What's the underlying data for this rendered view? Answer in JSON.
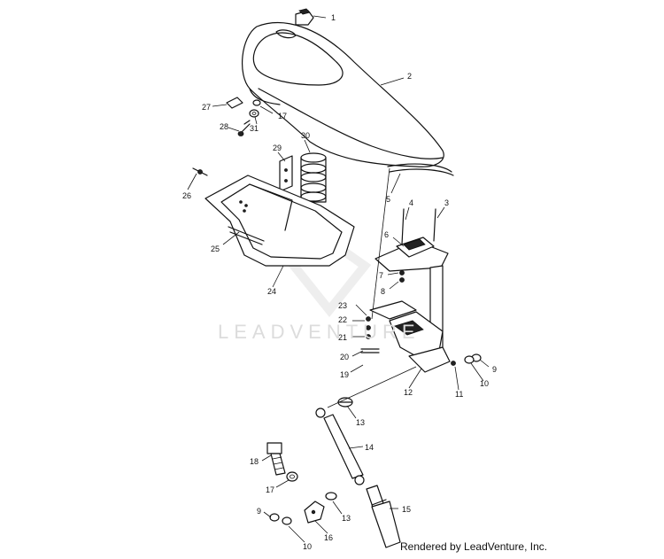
{
  "watermark": "LEADVENTURE",
  "credit": "Rendered by LeadVenture, Inc.",
  "callouts": [
    "1",
    "2",
    "27",
    "17",
    "31",
    "28",
    "29",
    "30",
    "26",
    "25",
    "24",
    "5",
    "4",
    "3",
    "6",
    "7",
    "8",
    "23",
    "22",
    "21",
    "20",
    "19",
    "12",
    "11",
    "9",
    "10",
    "13",
    "14",
    "18",
    "17",
    "9",
    "10",
    "16",
    "13",
    "15"
  ]
}
